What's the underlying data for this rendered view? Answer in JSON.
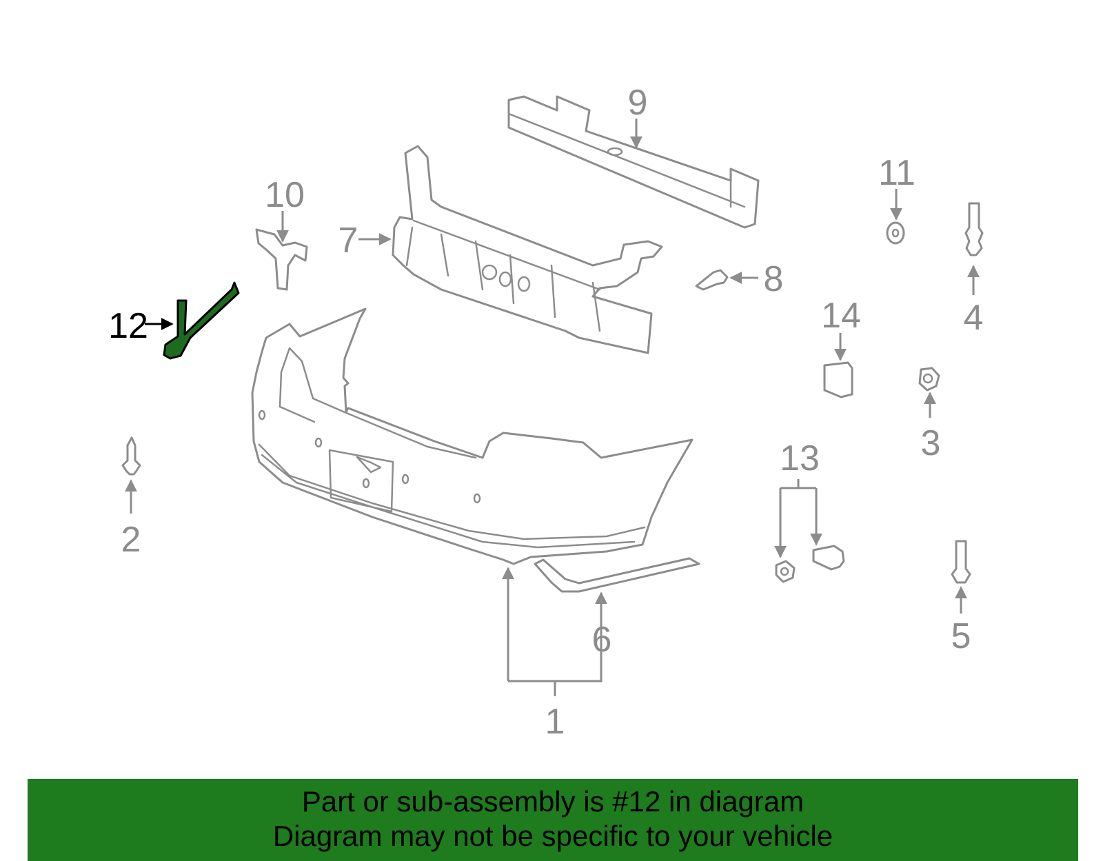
{
  "diagram": {
    "callouts": [
      {
        "id": "1",
        "label": "1"
      },
      {
        "id": "2",
        "label": "2"
      },
      {
        "id": "3",
        "label": "3"
      },
      {
        "id": "4",
        "label": "4"
      },
      {
        "id": "5",
        "label": "5"
      },
      {
        "id": "6",
        "label": "6"
      },
      {
        "id": "7",
        "label": "7"
      },
      {
        "id": "8",
        "label": "8"
      },
      {
        "id": "9",
        "label": "9"
      },
      {
        "id": "10",
        "label": "10"
      },
      {
        "id": "11",
        "label": "11"
      },
      {
        "id": "12",
        "label": "12"
      },
      {
        "id": "13",
        "label": "13"
      },
      {
        "id": "14",
        "label": "14"
      }
    ],
    "highlighted_part": "12",
    "highlight_color": "#1e7b1e",
    "line_color": "#8c8c8c"
  },
  "banner": {
    "line1": "Part or sub-assembly is #12 in diagram",
    "line2": "Diagram may not be specific to your vehicle"
  }
}
